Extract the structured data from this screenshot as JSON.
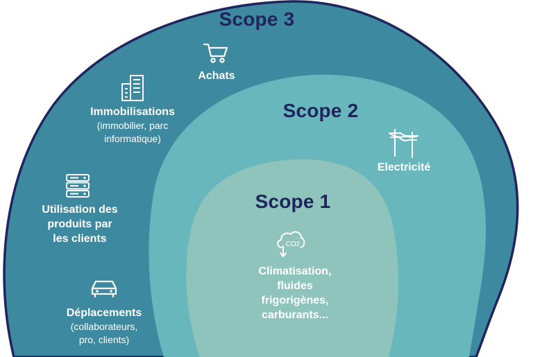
{
  "scopes": {
    "scope3": {
      "title": "Scope 3",
      "color": "#3d8aa0",
      "items": {
        "achats": {
          "title": "Achats",
          "icon": "shopping-cart-icon"
        },
        "immobilisations": {
          "title": "Immobilisations",
          "subtitle_1": "(immobilier, parc",
          "subtitle_2": "informatique)",
          "icon": "buildings-icon"
        },
        "utilisation": {
          "title_1": "Utilisation des",
          "title_2": "produits par",
          "title_3": "les clients",
          "icon": "server-icon"
        },
        "deplacements": {
          "title": "Déplacements",
          "subtitle_1": "(collaborateurs,",
          "subtitle_2": "pro, clients)",
          "icon": "car-icon"
        }
      }
    },
    "scope2": {
      "title": "Scope 2",
      "color": "#68b7bd",
      "items": {
        "electricite": {
          "title": "Electricité",
          "icon": "power-lines-icon"
        }
      }
    },
    "scope1": {
      "title": "Scope 1",
      "color": "#8fc4bc",
      "items": {
        "climatisation": {
          "title_1": "Climatisation,",
          "title_2": "fluides",
          "title_3": "frigorigènes,",
          "title_4": "carburants...",
          "icon": "co2-cloud-icon",
          "icon_text": "CO2"
        }
      }
    }
  },
  "colors": {
    "outline": "#20245c",
    "title_text": "#20245c",
    "item_text": "#ffffff"
  }
}
